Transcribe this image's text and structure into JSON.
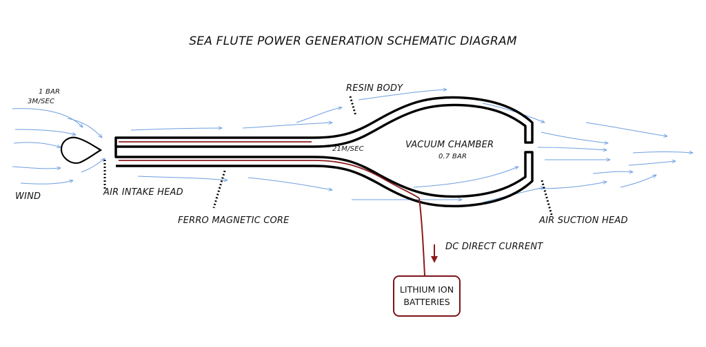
{
  "title": "SEA FLUTE POWER GENERATION SCHEMATIC DIAGRAM",
  "labels": {
    "pressure_in": "1 Bar",
    "speed_in": "3M/SEC",
    "wind": "WIND",
    "air_intake": "AIR INTAKE HEAD",
    "resin_body": "RESIN BODY",
    "throat_speed": "21M/SEC",
    "vacuum_chamber": "VACUUM CHAMBER",
    "chamber_pressure": "0.7 Bar",
    "ferro_core": "FERRO MAGNETIC CORE",
    "air_suction": "AIR SUCTION HEAD",
    "dc_current": "DC DIRECT CURRENT",
    "battery_line1": "LITHIUM ION",
    "battery_line2": "BATTERIES"
  },
  "colors": {
    "airflow": "#6c9ee0",
    "body": "#000000",
    "core": "#8b1a1a",
    "battery_border": "#7a1418"
  }
}
